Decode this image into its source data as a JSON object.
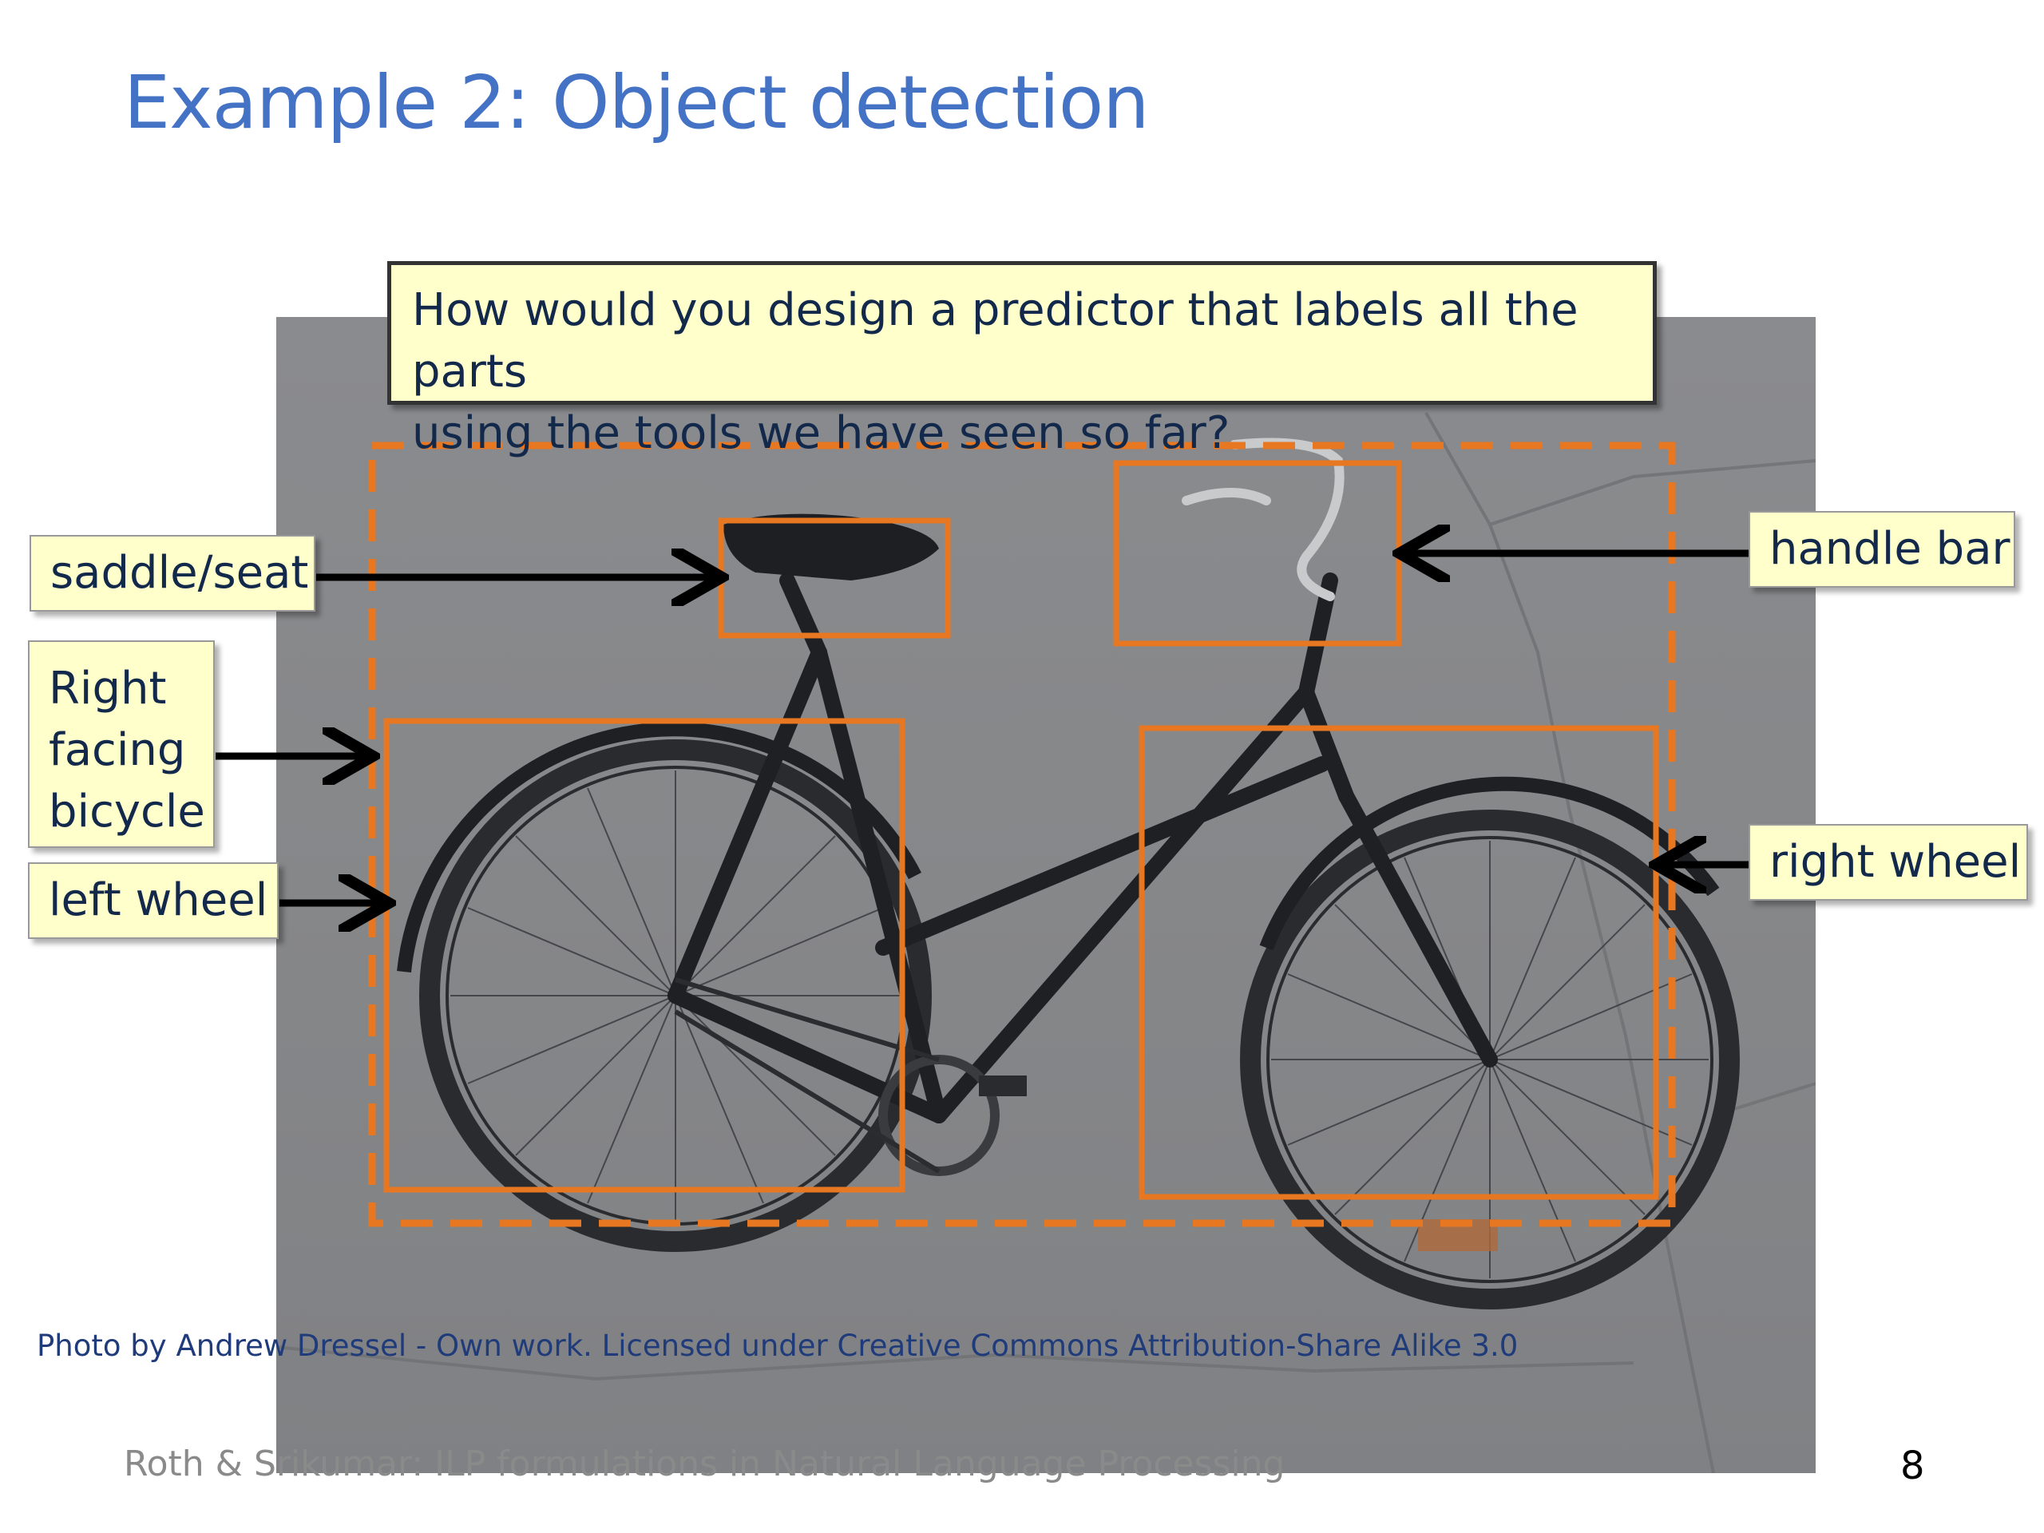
{
  "slide": {
    "title": "Example 2: Object detection",
    "question_line1": "How would you design a predictor that labels all the parts",
    "question_line2": "using the tools we have seen so far?",
    "labels": {
      "saddle": "saddle/seat",
      "right_facing_1": "Right",
      "right_facing_2": "facing",
      "right_facing_3": "bicycle",
      "left_wheel": "left wheel",
      "handle_bar": "handle bar",
      "right_wheel": "right wheel"
    },
    "photo_credit": "Photo by Andrew Dressel - Own work. Licensed under Creative Commons Attribution-Share Alike 3.0",
    "footer": "Roth & Srikumar: ILP formulations in Natural Language Processing",
    "page_number": "8"
  },
  "colors": {
    "title": "#4472c4",
    "box_orange": "#e87722",
    "callout_fill": "#ffffcc",
    "text_dark": "#13294b"
  }
}
